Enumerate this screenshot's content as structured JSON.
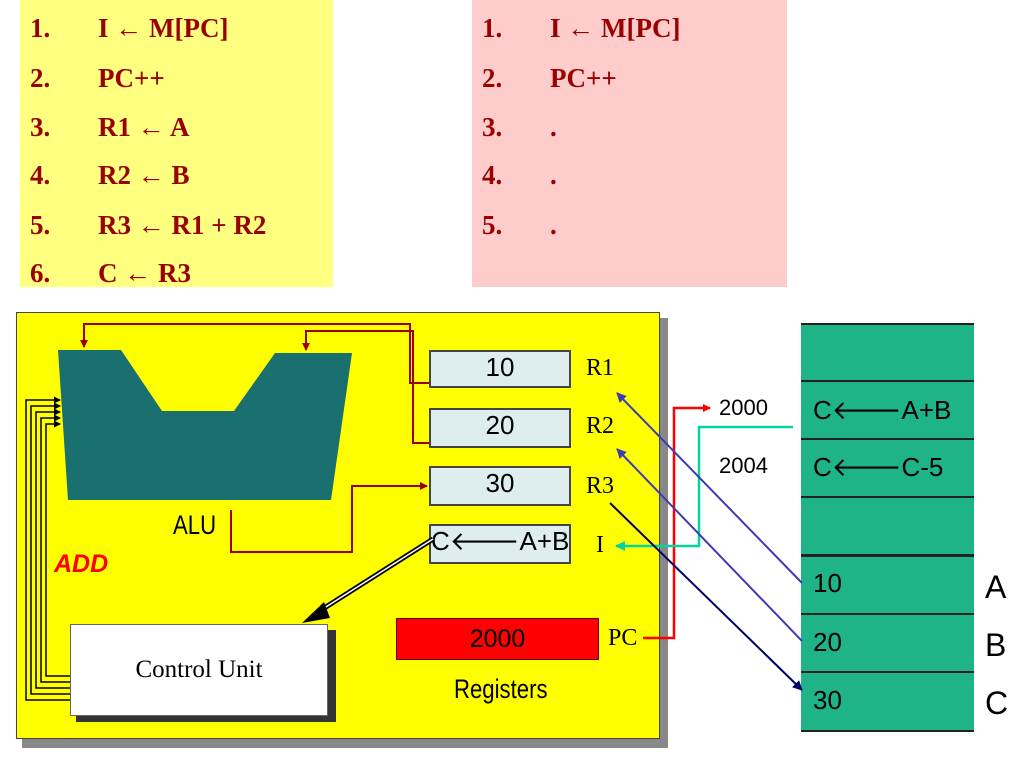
{
  "steps_left": [
    {
      "num": "1.",
      "text": "I ← M[PC]"
    },
    {
      "num": "2.",
      "text": "PC++"
    },
    {
      "num": "3.",
      "text": "R1 ← A"
    },
    {
      "num": "4.",
      "text": "R2 ← B"
    },
    {
      "num": "5.",
      "text": "R3 ← R1 + R2"
    },
    {
      "num": "6.",
      "text": "C ← R3"
    }
  ],
  "steps_right": [
    {
      "num": "1.",
      "text": "I ← M[PC]"
    },
    {
      "num": "2.",
      "text": "PC++"
    },
    {
      "num": "3.",
      "text": "."
    },
    {
      "num": "4.",
      "text": "."
    },
    {
      "num": "5.",
      "text": "."
    }
  ],
  "cpu": {
    "alu_label": "ALU",
    "op_label": "ADD",
    "control_unit_label": "Control Unit",
    "registers_label": "Registers",
    "registers": [
      {
        "name": "R1",
        "value": "10"
      },
      {
        "name": "R2",
        "value": "20"
      },
      {
        "name": "R3",
        "value": "30"
      },
      {
        "name": "I",
        "value": "C🡐A+B"
      }
    ],
    "pc": {
      "name": "PC",
      "value": "2000"
    }
  },
  "memory": {
    "cells": [
      "",
      "C🡐A+B",
      "C🡐C-5",
      "",
      "10",
      "20",
      "30"
    ],
    "addresses": [
      "2000",
      "2004"
    ],
    "variables": [
      "A",
      "B",
      "C"
    ]
  },
  "colors": {
    "step_text": "#990000",
    "left_panel": "#ffff80",
    "right_panel": "#ffcccc",
    "cpu_background": "#ffff00",
    "alu": "#1a6f6f",
    "memory": "#1fb488",
    "pc_register": "#ff0000",
    "op_label": "#ff0000"
  }
}
